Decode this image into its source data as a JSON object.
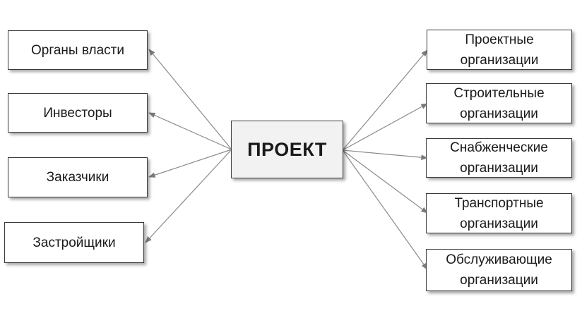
{
  "center": {
    "label": "ПРОЕКТ"
  },
  "left": [
    {
      "label": "Органы власти"
    },
    {
      "label": "Инвесторы"
    },
    {
      "label": "Заказчики"
    },
    {
      "label": "Застройщики"
    }
  ],
  "right": [
    {
      "line1": "Проектные",
      "line2": "организации"
    },
    {
      "line1": "Строительные",
      "line2": "организации"
    },
    {
      "line1": "Снабженческие",
      "line2": "организации"
    },
    {
      "line1": "Транспортные",
      "line2": "организации"
    },
    {
      "line1": "Обслуживающие",
      "line2": "организации"
    }
  ]
}
